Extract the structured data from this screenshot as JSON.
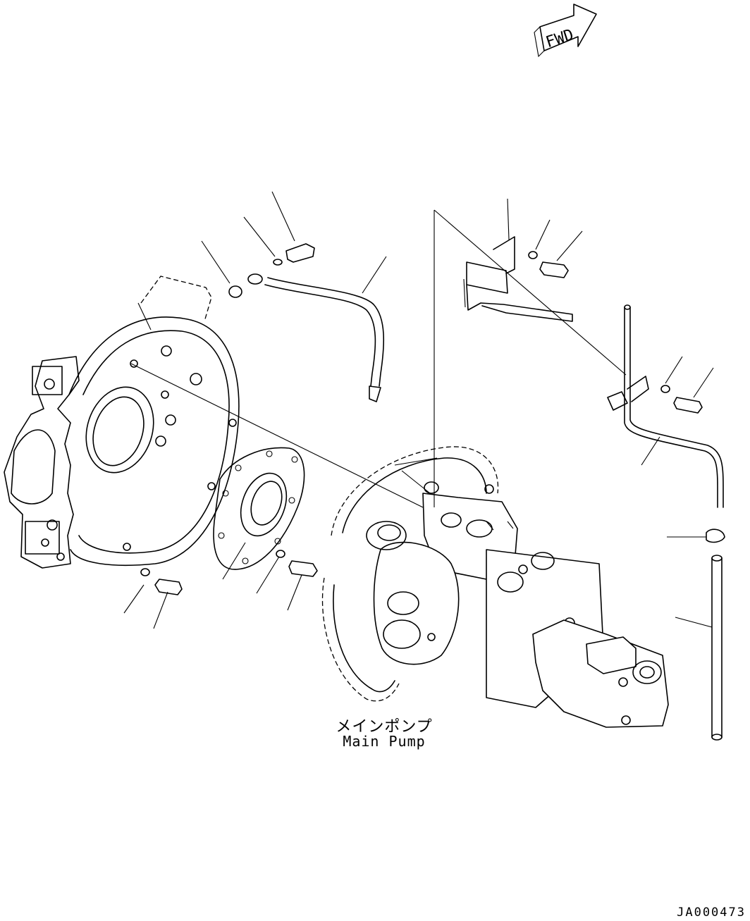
{
  "fwd_symbol": {
    "text": "FWD"
  },
  "main_pump": {
    "label_jp": "メインポンプ",
    "label_en": "Main Pump"
  },
  "drawing_code": "JA000473"
}
